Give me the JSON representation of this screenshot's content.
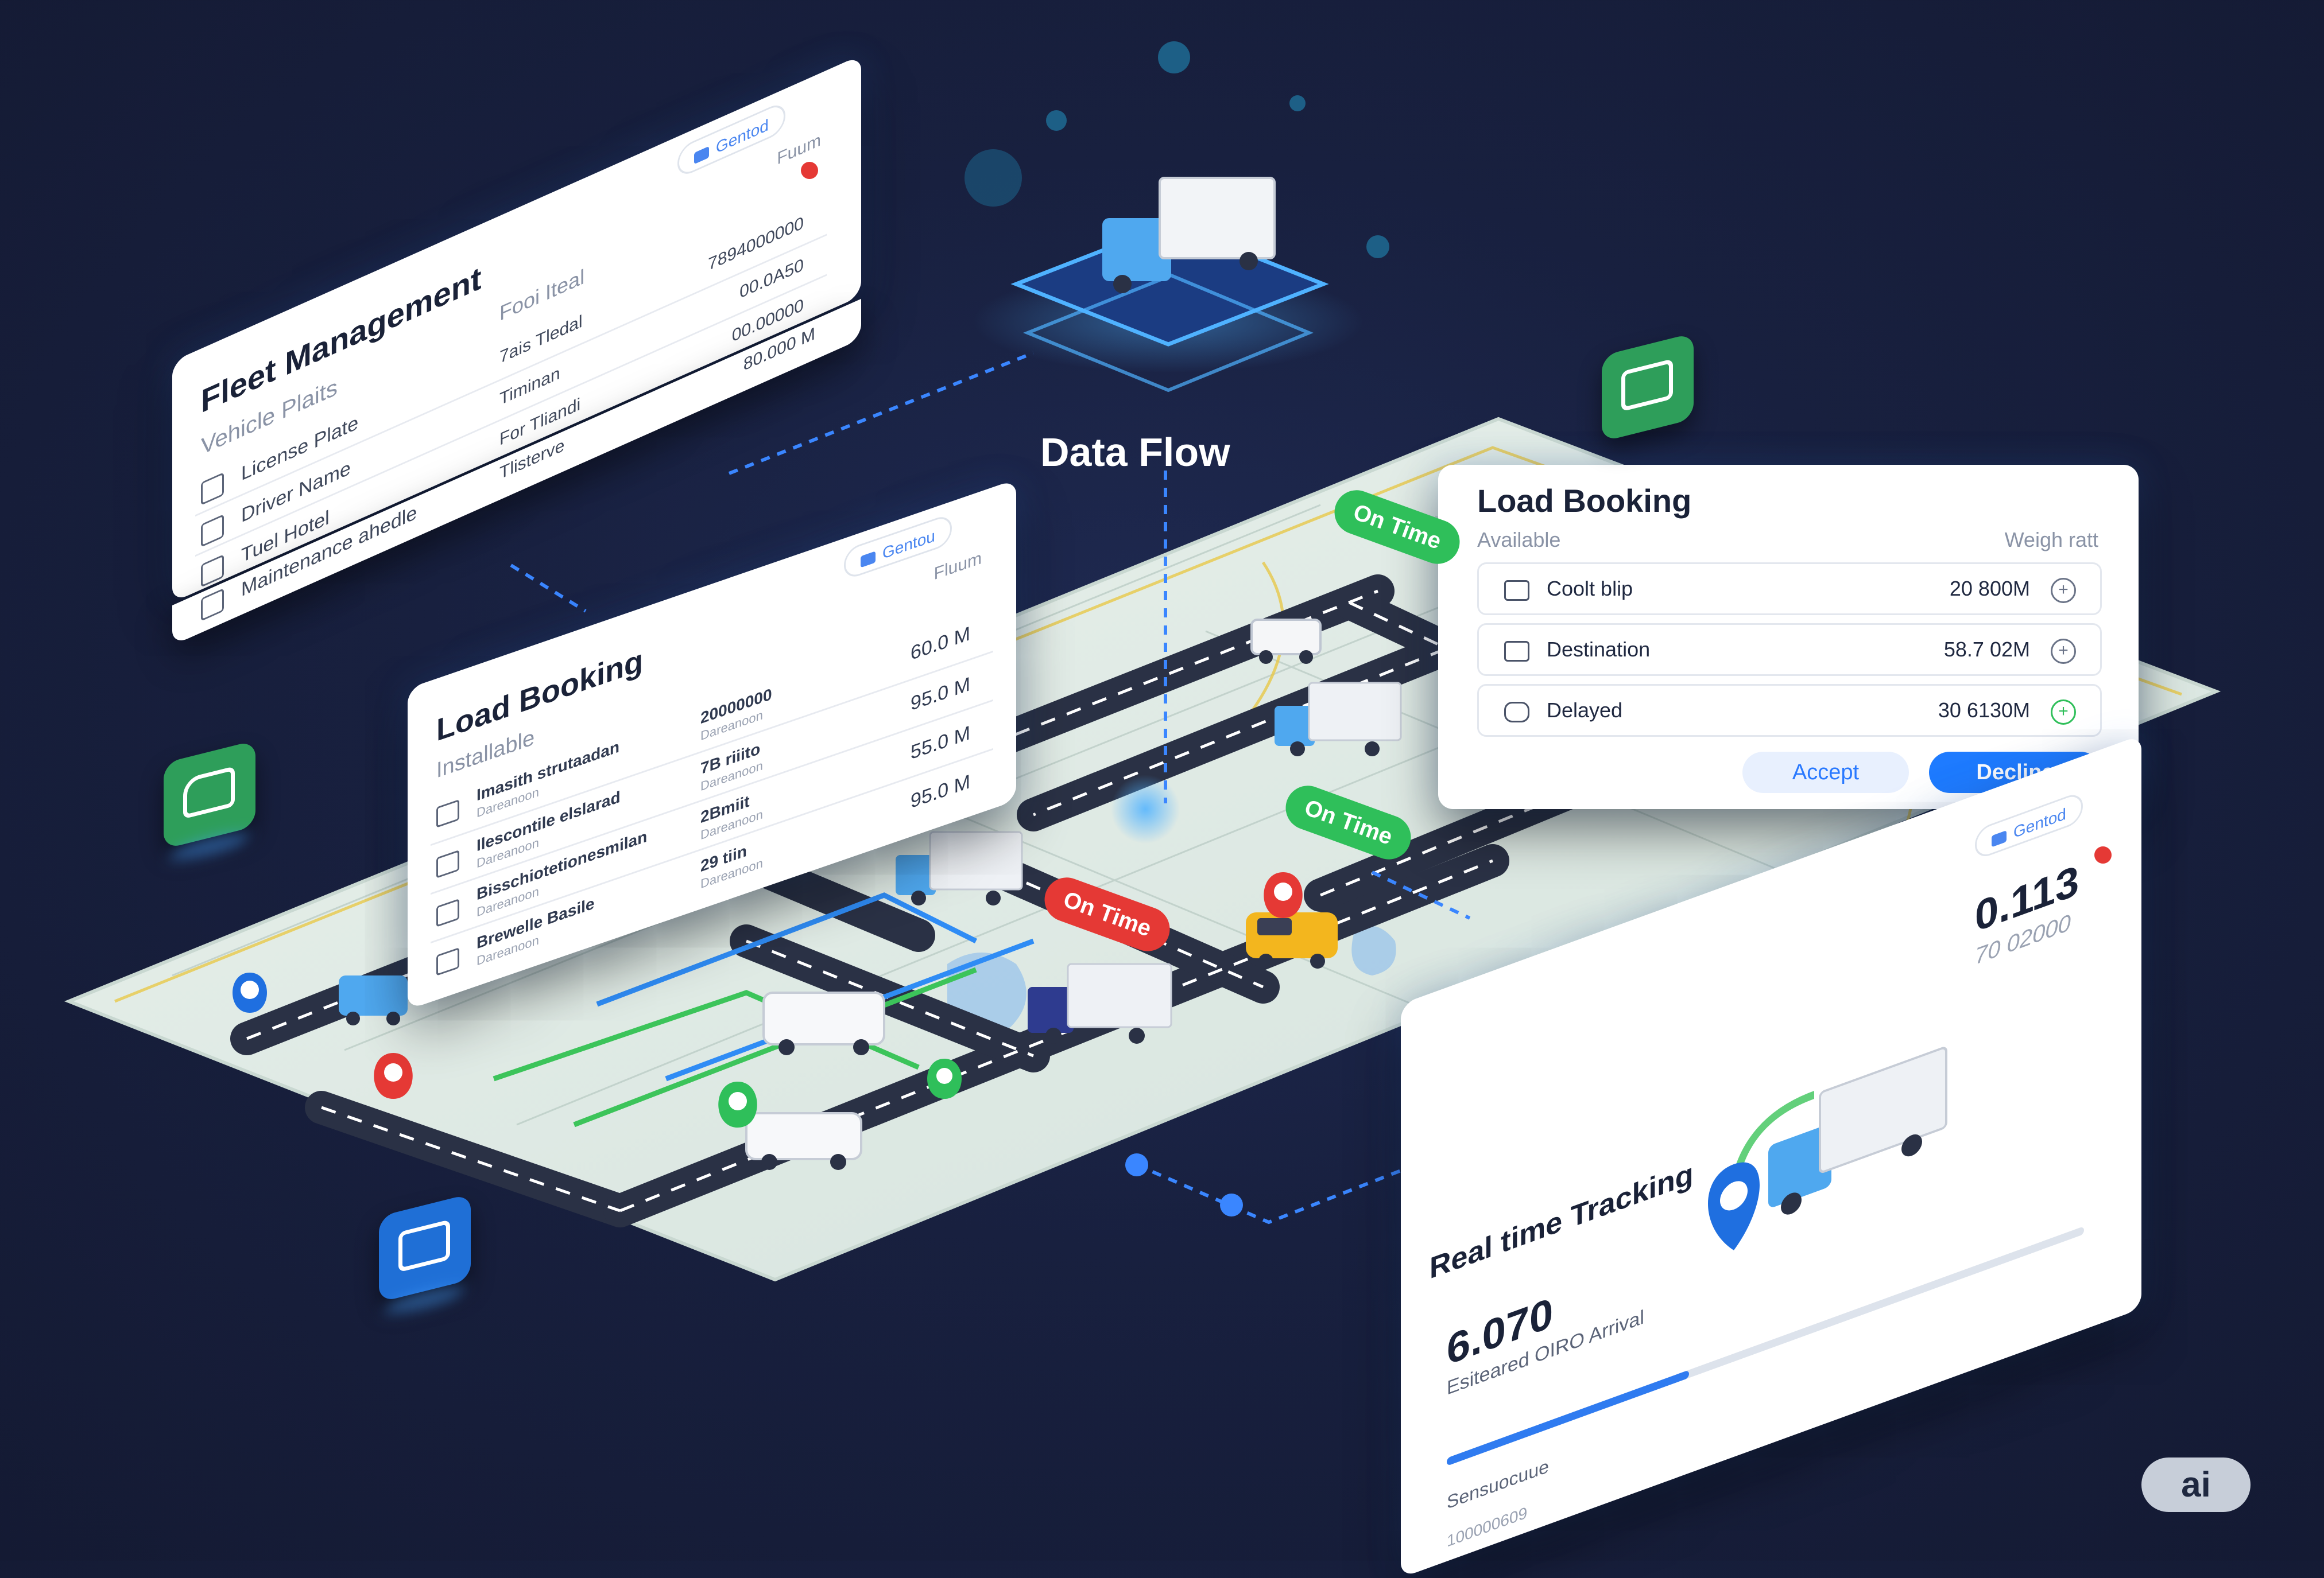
{
  "data_flow": {
    "label": "Data Flow"
  },
  "fleet_management": {
    "title": "Fleet Management",
    "subtitle": "Vehicle Plaits",
    "column_header": "Fooi Iteal",
    "right_header": "Fuum",
    "filter_pill": "Gentod",
    "rows": [
      {
        "icon": "vehicle-icon",
        "label": "License Plate",
        "middle": "7ais Tledal",
        "value": "7894000000"
      },
      {
        "icon": "driver-icon",
        "label": "Driver Name",
        "middle": "Timinan",
        "value": "00.0A50"
      },
      {
        "icon": "fuel-icon",
        "label": "Tuel Hotel",
        "middle": "For Tliandi",
        "value": "00.00000"
      },
      {
        "icon": "maintenance-icon",
        "label": "Maintenance ahedle",
        "middle": "Tlisterve",
        "value": "80.000 M"
      }
    ]
  },
  "load_booking_left": {
    "title": "Load Booking",
    "subtitle": "Installable",
    "column_header": "Fluum",
    "filter_pill": "Gentou",
    "rows": [
      {
        "label": "Imasith strutaadan",
        "sublabel": "Dareanoon",
        "middle": "20000000",
        "middle_sub": "Dareanoon",
        "value": "60.0 M"
      },
      {
        "label": "Ilescontile elslarad",
        "sublabel": "Dareanoon",
        "middle": "7B riiito",
        "middle_sub": "Dareanoon",
        "value": "95.0 M"
      },
      {
        "label": "Bisschiotetionesmilan",
        "sublabel": "Dareanoon",
        "middle": "2Bmiit",
        "middle_sub": "Dareanoon",
        "value": "55.0 M"
      },
      {
        "label": "Brewelle Basile",
        "sublabel": "Dareanoon",
        "middle": "29 tiin",
        "middle_sub": "Dareanoon",
        "value": "95.0 M"
      }
    ]
  },
  "load_booking_right": {
    "title": "Load Booking",
    "left_header": "Available",
    "right_header": "Weigh ratt",
    "rows": [
      {
        "icon": "calendar-icon",
        "label": "Coolt blip",
        "value": "20 800M"
      },
      {
        "icon": "destination-icon",
        "label": "Destination",
        "value": "58.7 02M"
      },
      {
        "icon": "delayed-icon",
        "label": "Delayed",
        "value": "30 6130M"
      }
    ],
    "accept_label": "Accept",
    "decline_label": "Decline"
  },
  "real_time_tracking": {
    "title": "Real time Tracking",
    "filter_pill": "Gentod",
    "metric_top": "0.113",
    "metric_top_sub": "70 02000",
    "metric_main": "6.070",
    "metric_main_label": "Esiteared OIRO Arrival",
    "status_label": "Sensuocuue",
    "status_sub": "100000609",
    "progress": 0.38
  },
  "map_badges": {
    "on_time_1": "On Time",
    "on_time_2": "On Time",
    "on_time_3": "On Time"
  },
  "app_icons": [
    "calendar-icon",
    "delivery-van-icon",
    "document-icon"
  ],
  "watermark": "ai",
  "colors": {
    "background": "#18203f",
    "accent_blue": "#1e7bff",
    "on_time_green": "#2fbf5a",
    "on_time_red": "#e53935",
    "map_land": "#dfe9e2",
    "road": "#2a3145"
  }
}
